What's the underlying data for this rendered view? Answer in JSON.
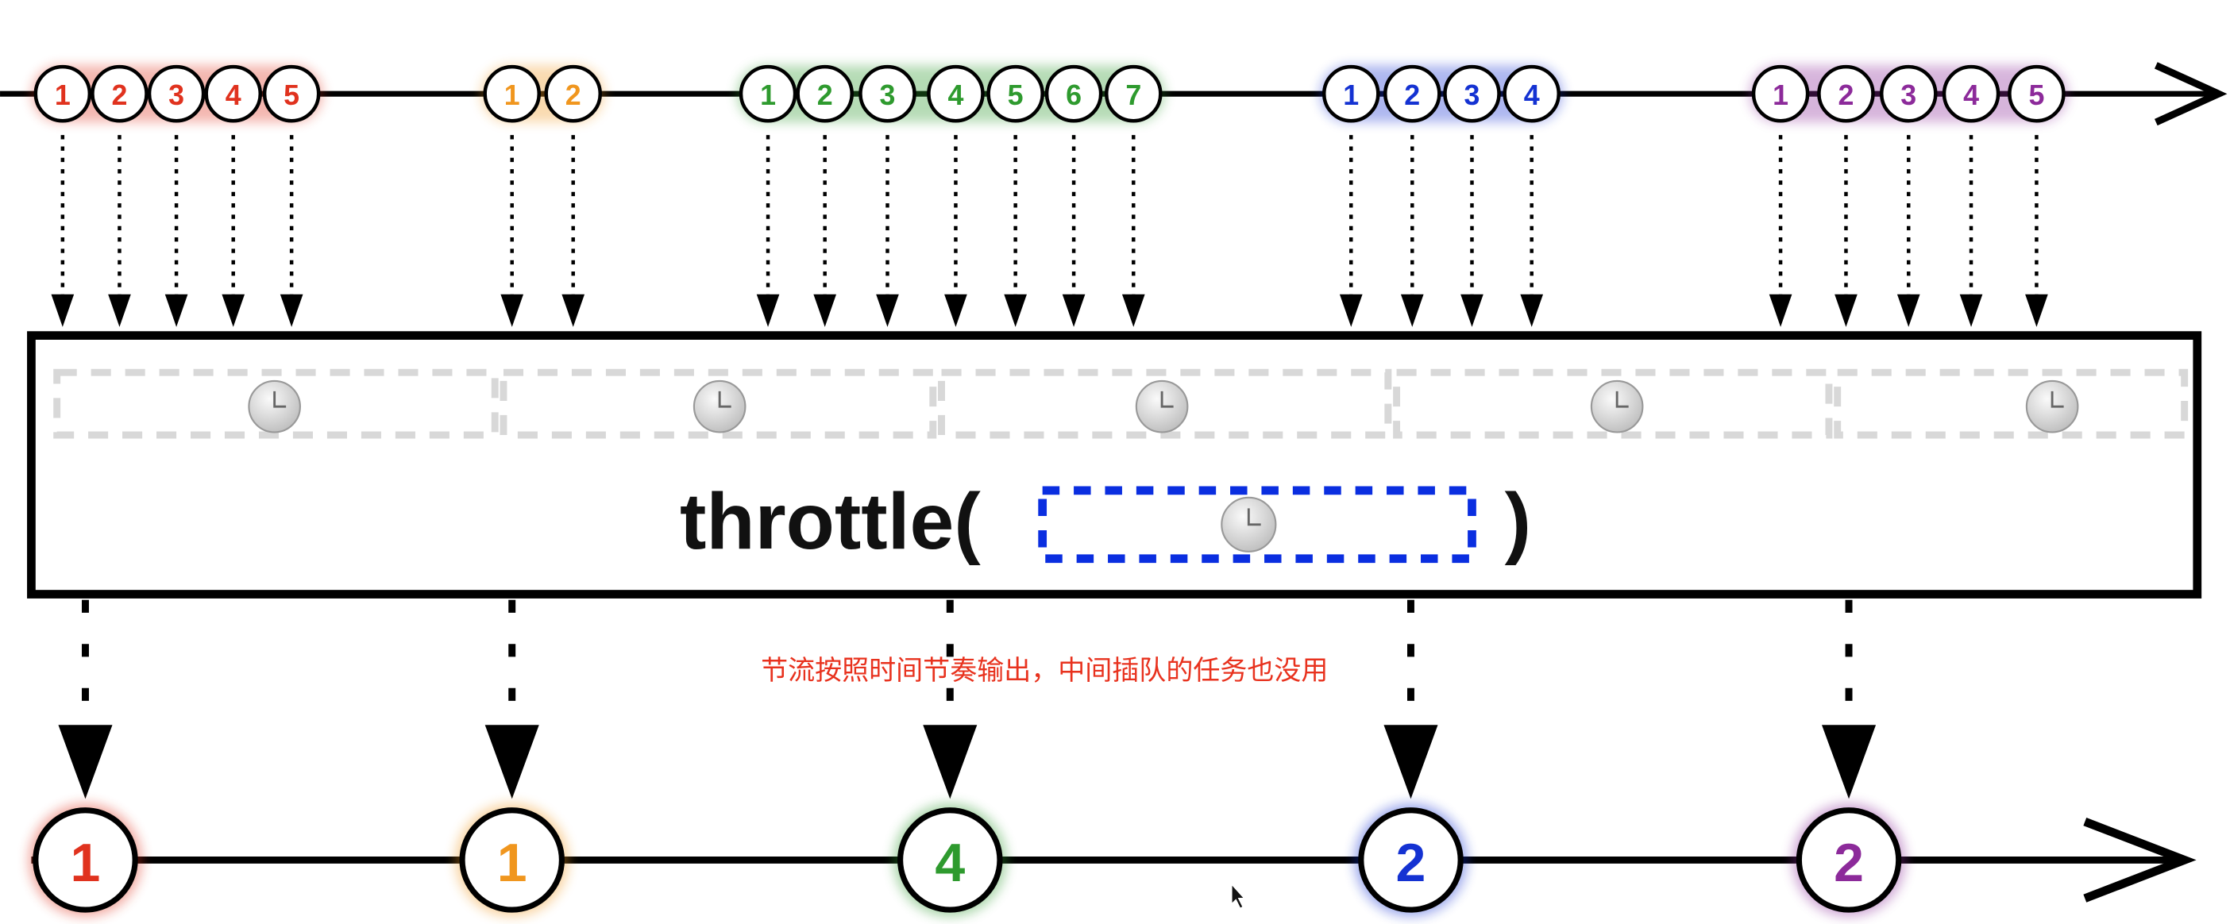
{
  "colors": {
    "red": "#e0321e",
    "orange": "#f0961e",
    "green": "#2e9a2e",
    "blue": "#1432d2",
    "purple": "#8c2a9a",
    "dash_blue": "#0a2ee0",
    "line": "#000000"
  },
  "input_groups": [
    {
      "color": "red",
      "values": [
        "1",
        "2",
        "3",
        "4",
        "5"
      ]
    },
    {
      "color": "orange",
      "values": [
        "1",
        "2"
      ]
    },
    {
      "color": "green",
      "values": [
        "1",
        "2",
        "3",
        "4",
        "5",
        "6",
        "7"
      ]
    },
    {
      "color": "blue",
      "values": [
        "1",
        "2",
        "3",
        "4"
      ]
    },
    {
      "color": "purple",
      "values": [
        "1",
        "2",
        "3",
        "4",
        "5"
      ]
    }
  ],
  "operator": {
    "label": "throttle(",
    "close": ")",
    "icon": "clock-icon"
  },
  "window_clocks": 5,
  "output": [
    {
      "color": "red",
      "value": "1"
    },
    {
      "color": "orange",
      "value": "1"
    },
    {
      "color": "green",
      "value": "4"
    },
    {
      "color": "blue",
      "value": "2"
    },
    {
      "color": "purple",
      "value": "2"
    }
  ],
  "annotation": "节流按照时间节奏输出，中间插队的任务也没用"
}
